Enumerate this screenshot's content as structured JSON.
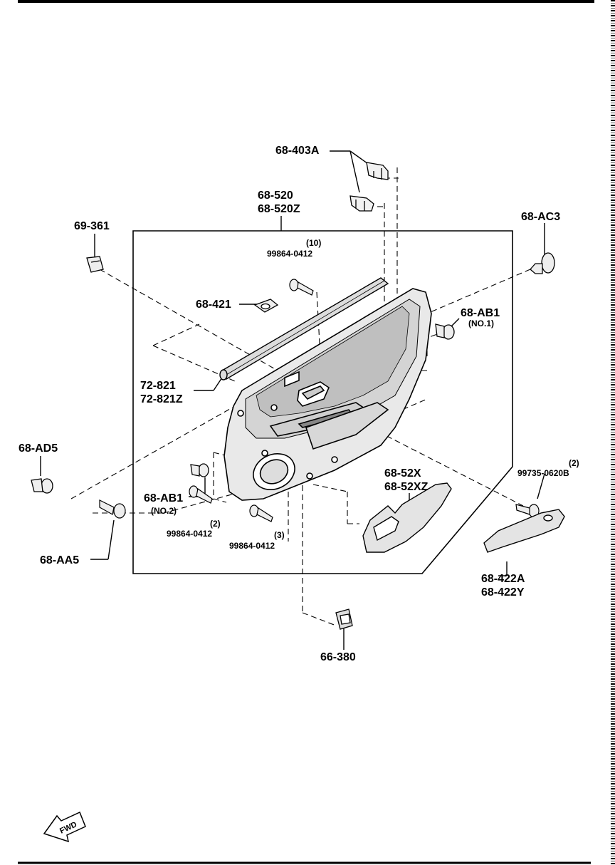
{
  "colors": {
    "line": "#000000",
    "background": "#ffffff",
    "part_fill": "#e6e6e6"
  },
  "labels": {
    "p68_403A": "68-403A",
    "p68_520": "68-520",
    "p68_520Z": "68-520Z",
    "p69_361": "69-361",
    "qty_10": "(10)",
    "p99864_top": "99864-0412",
    "p68_AC3": "68-AC3",
    "p68_421": "68-421",
    "p68_AB1_no1": "68-AB1",
    "no1": "(NO.1)",
    "p72_821": "72-821",
    "p72_821Z": "72-821Z",
    "p68_AD5": "68-AD5",
    "qty_2_right": "(2)",
    "p99735": "99735-0620B",
    "p68_52X": "68-52X",
    "p68_52XZ": "68-52XZ",
    "p68_AB1_no2": "68-AB1",
    "no2": "(NO.2)",
    "qty_2_left": "(2)",
    "p99864_left": "99864-0412",
    "qty_3": "(3)",
    "p99864_mid": "99864-0412",
    "p68_AA5": "68-AA5",
    "p68_422A": "68-422A",
    "p68_422Y": "68-422Y",
    "p66_380": "66-380",
    "fwd": "FWD"
  }
}
